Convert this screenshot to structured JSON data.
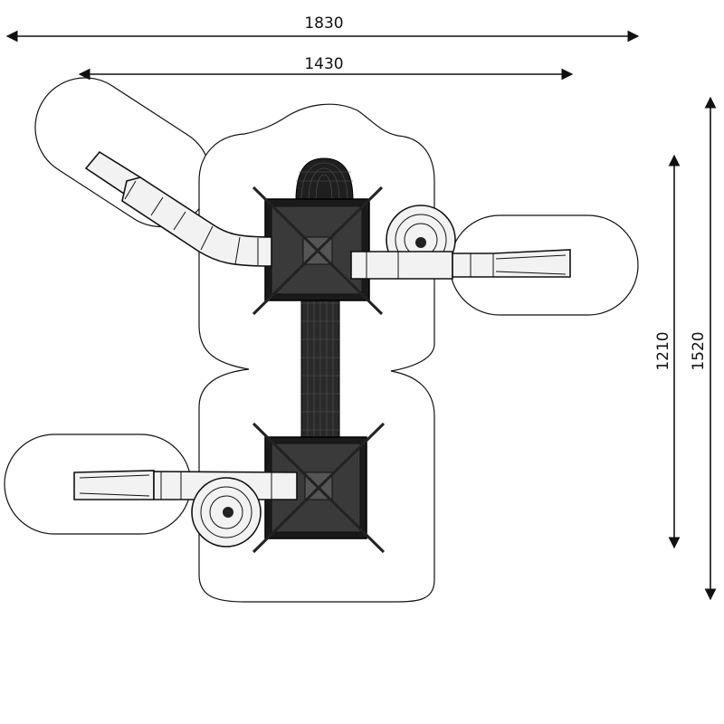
{
  "dimensions": {
    "overall_width": "1830",
    "inner_width": "1430",
    "inner_height": "1210",
    "overall_height": "1520"
  },
  "colors": {
    "ink": "#111111",
    "deck": "#1a1a1a",
    "tube": "#f2f2f2"
  }
}
